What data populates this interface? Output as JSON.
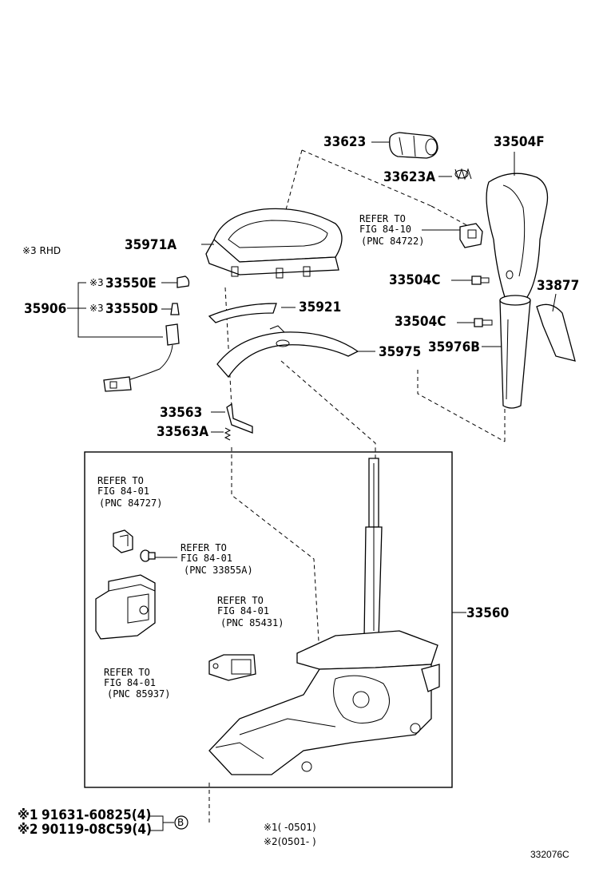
{
  "diagram_code": "332076C",
  "rhd_note": "※3 RHD",
  "parts": {
    "p33623": "33623",
    "p33623A": "33623A",
    "p33504F": "33504F",
    "p35971A": "35971A",
    "p33550E": "33550E",
    "p33550D": "33550D",
    "p35906": "35906",
    "p35921": "35921",
    "p33504C_1": "33504C",
    "p33504C_2": "33504C",
    "p33877": "33877",
    "p35976B": "35976B",
    "p35975": "35975",
    "p33563": "33563",
    "p33563A": "33563A",
    "p33560": "33560"
  },
  "markers": {
    "m3a": "※3",
    "m3b": "※3"
  },
  "refs": {
    "r84722": {
      "line1": "REFER TO",
      "line2": "FIG 84-10",
      "line3": "(PNC 84722)"
    },
    "r84727": {
      "line1": "REFER TO",
      "line2": "FIG 84-01",
      "line3": "(PNC 84727)"
    },
    "r33855A": {
      "line1": "REFER TO",
      "line2": "FIG 84-01",
      "line3": "(PNC 33855A)"
    },
    "r85431": {
      "line1": "REFER TO",
      "line2": "FIG 84-01",
      "line3": "(PNC 85431)"
    },
    "r85937": {
      "line1": "REFER TO",
      "line2": "FIG 84-01",
      "line3": "(PNC 85937)"
    }
  },
  "bolts": {
    "b1_mark": "※1",
    "b1_text": "91631-60825(4)",
    "b2_mark": "※2",
    "b2_text": "90119-08C59(4)",
    "circle_label": "B"
  },
  "notes": {
    "n1": "※1(      -0501)",
    "n2": "※2(0501-      )"
  }
}
